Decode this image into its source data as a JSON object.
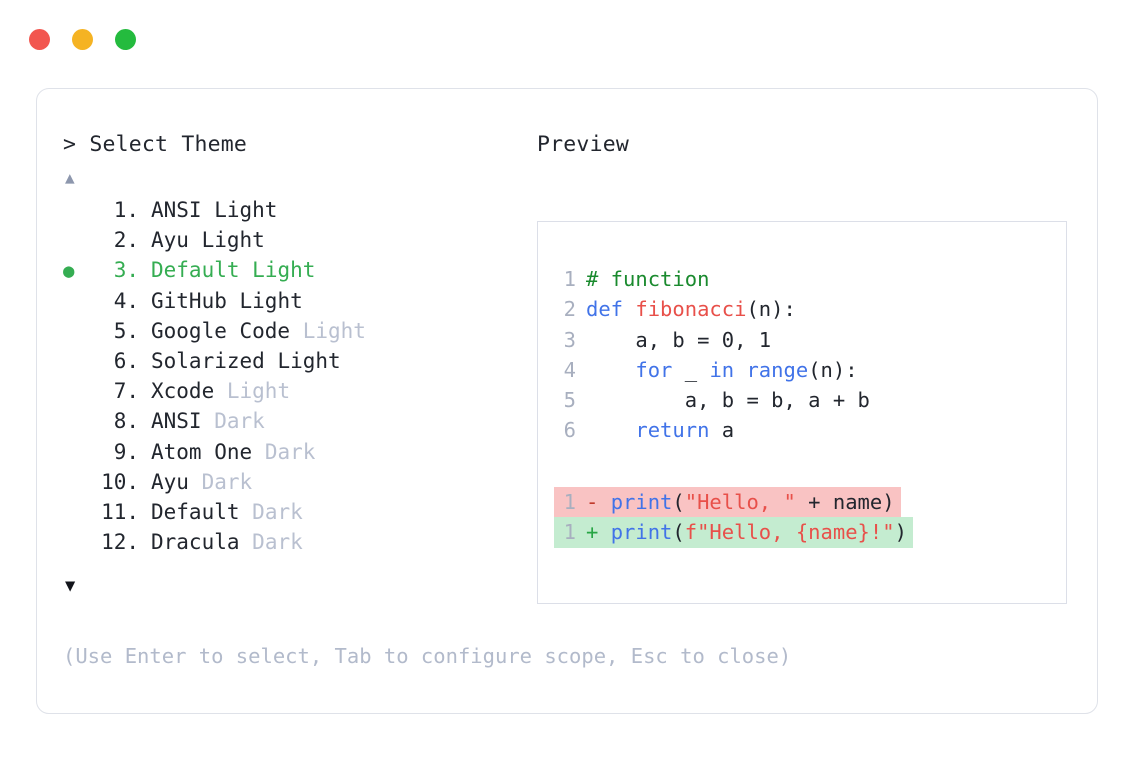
{
  "window": {
    "traffic_lights": [
      {
        "name": "close-button",
        "color": "#f2564f"
      },
      {
        "name": "minimize-button",
        "color": "#f5b323"
      },
      {
        "name": "maximize-button",
        "color": "#24bb3e"
      }
    ]
  },
  "colors": {
    "accent_green": "#35ad52",
    "muted": "#b9c0d0",
    "text": "#22262e",
    "card_border": "#dfe2e9",
    "preview_border": "#dcdfe8",
    "diff_del_bg": "#f9c3c3",
    "diff_add_bg": "#c4ecd0",
    "syntax_comment": "#1a8a2e",
    "syntax_keyword": "#4173e8",
    "syntax_function": "#e8504a",
    "syntax_string": "#e8504a"
  },
  "selector": {
    "prompt": ">",
    "title": "Select Theme",
    "scroll_up_icon": "▲",
    "scroll_down_icon": "▼",
    "bullet_icon": "●",
    "items": [
      {
        "index": "1.",
        "name": "ANSI",
        "variant": "Light",
        "variant_muted": false,
        "selected": false
      },
      {
        "index": "2.",
        "name": "Ayu",
        "variant": "Light",
        "variant_muted": false,
        "selected": false
      },
      {
        "index": "3.",
        "name": "Default",
        "variant": "Light",
        "variant_muted": false,
        "selected": true
      },
      {
        "index": "4.",
        "name": "GitHub",
        "variant": "Light",
        "variant_muted": false,
        "selected": false
      },
      {
        "index": "5.",
        "name": "Google Code",
        "variant": "Light",
        "variant_muted": true,
        "selected": false
      },
      {
        "index": "6.",
        "name": "Solarized",
        "variant": "Light",
        "variant_muted": false,
        "selected": false
      },
      {
        "index": "7.",
        "name": "Xcode",
        "variant": "Light",
        "variant_muted": true,
        "selected": false
      },
      {
        "index": "8.",
        "name": "ANSI",
        "variant": "Dark",
        "variant_muted": true,
        "selected": false
      },
      {
        "index": "9.",
        "name": "Atom One",
        "variant": "Dark",
        "variant_muted": true,
        "selected": false
      },
      {
        "index": "10.",
        "name": "Ayu",
        "variant": "Dark",
        "variant_muted": true,
        "selected": false
      },
      {
        "index": "11.",
        "name": "Default",
        "variant": "Dark",
        "variant_muted": true,
        "selected": false
      },
      {
        "index": "12.",
        "name": "Dracula",
        "variant": "Dark",
        "variant_muted": true,
        "selected": false
      }
    ]
  },
  "preview": {
    "title": "Preview",
    "code_lines": [
      {
        "ln": "1",
        "tokens": [
          {
            "t": "# function",
            "c": "comment"
          }
        ]
      },
      {
        "ln": "2",
        "tokens": [
          {
            "t": "def ",
            "c": "kw"
          },
          {
            "t": "fibonacci",
            "c": "fn"
          },
          {
            "t": "(n):",
            "c": "plain"
          }
        ]
      },
      {
        "ln": "3",
        "tokens": [
          {
            "t": "    a, b = 0, 1",
            "c": "plain"
          }
        ]
      },
      {
        "ln": "4",
        "tokens": [
          {
            "t": "    ",
            "c": "plain"
          },
          {
            "t": "for",
            "c": "kw"
          },
          {
            "t": " _ ",
            "c": "plain"
          },
          {
            "t": "in",
            "c": "kw"
          },
          {
            "t": " ",
            "c": "plain"
          },
          {
            "t": "range",
            "c": "builtin"
          },
          {
            "t": "(n):",
            "c": "plain"
          }
        ]
      },
      {
        "ln": "5",
        "tokens": [
          {
            "t": "        a, b = b, a + b",
            "c": "plain"
          }
        ]
      },
      {
        "ln": "6",
        "tokens": [
          {
            "t": "    ",
            "c": "plain"
          },
          {
            "t": "return",
            "c": "kw"
          },
          {
            "t": " a",
            "c": "plain"
          }
        ]
      }
    ],
    "diff_lines": [
      {
        "ln": "1",
        "kind": "del",
        "marker": "-",
        "tokens": [
          {
            "t": "print",
            "c": "builtin"
          },
          {
            "t": "(",
            "c": "plain"
          },
          {
            "t": "\"Hello, \"",
            "c": "str"
          },
          {
            "t": " + name)",
            "c": "plain"
          }
        ]
      },
      {
        "ln": "1",
        "kind": "add",
        "marker": "+",
        "tokens": [
          {
            "t": "print",
            "c": "builtin"
          },
          {
            "t": "(",
            "c": "plain"
          },
          {
            "t": "f\"Hello, {name}!\"",
            "c": "str"
          },
          {
            "t": ")",
            "c": "plain"
          }
        ]
      }
    ]
  },
  "footer": {
    "hint": "(Use Enter to select, Tab to configure scope, Esc to close)"
  }
}
